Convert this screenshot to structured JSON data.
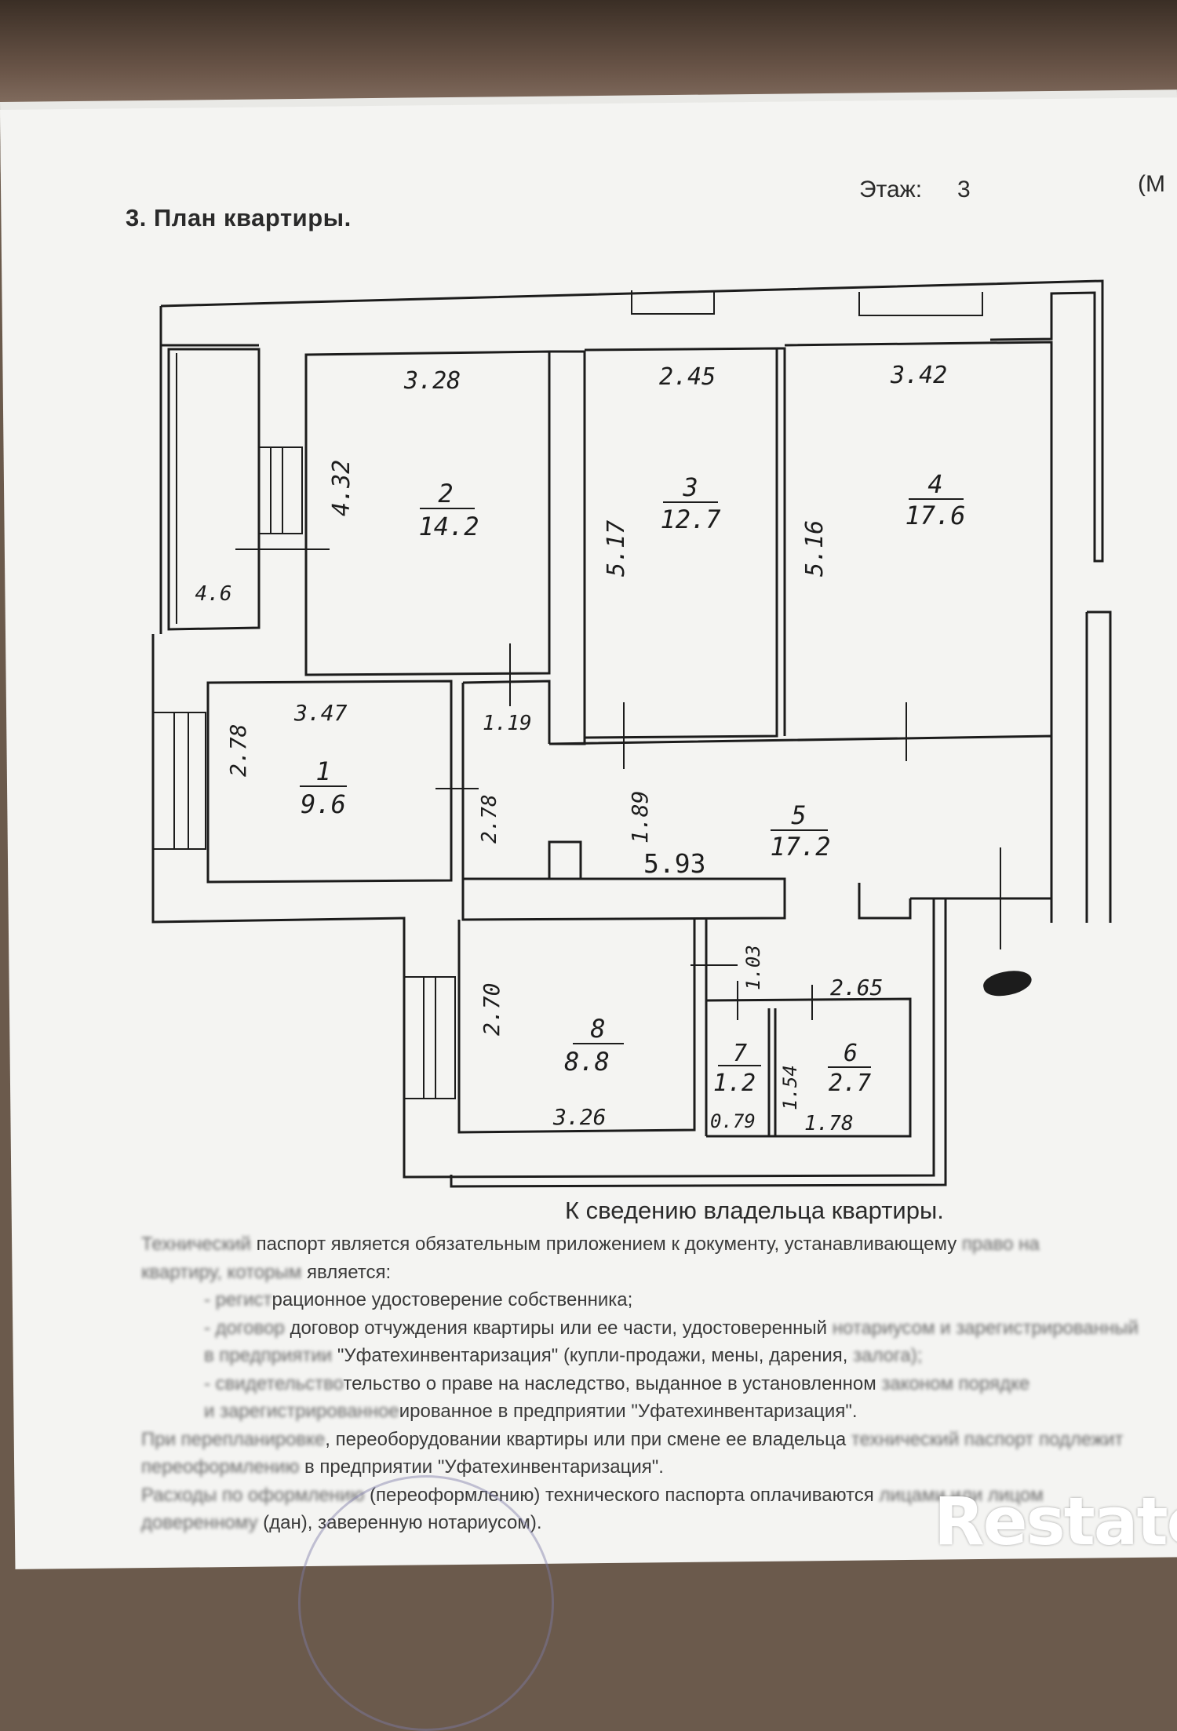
{
  "document": {
    "section_title": "3.   План квартиры.",
    "floor_label": "Этаж:",
    "floor_value": "3",
    "corner_fragment": "(М"
  },
  "plan": {
    "rooms": [
      {
        "number": "1",
        "area": "9.6"
      },
      {
        "number": "2",
        "area": "14.2"
      },
      {
        "number": "3",
        "area": "12.7"
      },
      {
        "number": "4",
        "area": "17.6"
      },
      {
        "number": "5",
        "area": "17.2"
      },
      {
        "number": "6",
        "area": "2.7"
      },
      {
        "number": "7",
        "area": "1.2"
      },
      {
        "number": "8",
        "area": "8.8"
      }
    ],
    "balcony_area": "4.6",
    "dimensions": {
      "room2_width": "3.28",
      "room2_height": "4.32",
      "room3_width": "2.45",
      "room3_height": "5.17",
      "room4_width": "3.42",
      "room4_height": "5.16",
      "room1_width": "3.47",
      "room1_height": "2.78",
      "corridor_width": "1.19",
      "corridor_height": "2.78",
      "hall_height": "1.89",
      "hall_length": "5.93",
      "passage_width": "1.03",
      "bath_width": "2.65",
      "bath_height": "1.54",
      "bath_bottom": "1.78",
      "wc_width": "0.79",
      "kitchen_height": "2.70",
      "kitchen_width": "3.26"
    }
  },
  "notice": {
    "title": "К сведению владельца квартиры.",
    "lines": [
      {
        "faded": "Технический",
        "text": "паспорт является обязательным приложением к документу, устанавливающему",
        "faded_end": "право на"
      },
      {
        "faded": "квартиру, которым",
        "text": "является:",
        "faded_end": ""
      },
      {
        "faded": "- регист",
        "text": "рационное удостоверение собственника;",
        "faded_end": ""
      },
      {
        "faded": "- договор",
        "text": "договор отчуждения квартиры или ее части, удостоверенный",
        "faded_end": "нотариусом и зарегистрированный"
      },
      {
        "faded": "в предприятии",
        "text": "\"Уфатехинвентаризация\" (купли-продажи, мены, дарения,",
        "faded_end": "залога);"
      },
      {
        "faded": "- свидетельство",
        "text": "тельство о праве на наследство, выданное в установленном",
        "faded_end": "законом порядке"
      },
      {
        "faded": "и зарегистрированное",
        "text": "ированное в предприятии \"Уфатехинвентаризация\".",
        "faded_end": ""
      },
      {
        "faded": "При перепланировке",
        "text": ", переоборудовании квартиры или при смене ее владельца",
        "faded_end": "технический паспорт подлежит"
      },
      {
        "faded": "переоформлению",
        "text": "в предприятии \"Уфатехинвентаризация\".",
        "faded_end": ""
      },
      {
        "faded": "Расходы по оформлению",
        "text": "(переоформлению) технического паспорта оплачиваются",
        "faded_end": "лицами или лицом"
      },
      {
        "faded": "доверенному",
        "text": "(дан), заверенную нотариусом).",
        "faded_end": ""
      }
    ]
  },
  "watermark": {
    "brand": "Restate"
  }
}
